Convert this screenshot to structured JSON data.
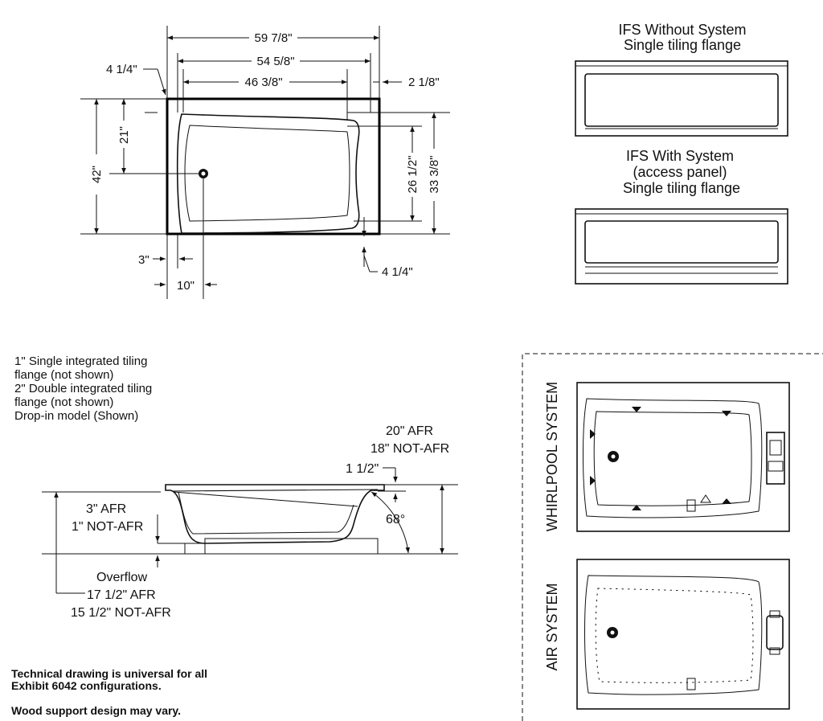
{
  "top_view": {
    "dim_overall_width": "59 7/8\"",
    "dim_width_2": "54 5/8\"",
    "dim_inner_width": "46 3/8\"",
    "dim_left_offset": "4 1/4\"",
    "dim_right_offset": "2 1/8\"",
    "dim_depth": "42\"",
    "dim_half_depth": "21\"",
    "dim_inner_depth_1": "26 1/2\"",
    "dim_inner_depth_2": "33 3/8\"",
    "dim_bottom_left": "3\"",
    "dim_drain": "10\"",
    "dim_bottom_right": "4 1/4\""
  },
  "ifs_without": {
    "line1": "IFS Without System",
    "line2": "Single tiling flange"
  },
  "ifs_with": {
    "line1": "IFS With System",
    "line2": "(access panel)",
    "line3": "Single tiling flange"
  },
  "notes": {
    "line1": "1\" Single integrated tiling",
    "line2": "flange (not shown)",
    "line3": "2\" Double integrated tiling",
    "line4": "flange (not shown)",
    "line5": "Drop-in model (Shown)"
  },
  "side_view": {
    "afr_height": "20\" AFR",
    "not_afr_height": "18\" NOT-AFR",
    "rim": "1 1/2\"",
    "angle": "68°",
    "floor_afr": "3\" AFR",
    "floor_not_afr": "1\" NOT-AFR",
    "overflow": "Overflow",
    "overflow_afr": "17 1/2\" AFR",
    "overflow_not_afr": "15 1/2\" NOT-AFR"
  },
  "systems": {
    "whirlpool": "WHIRLPOOL SYSTEM",
    "air": "AIR SYSTEM"
  },
  "footer": {
    "line1": "Technical drawing is universal for all",
    "line2": "Exhibit 6042 configurations.",
    "line3": "Wood support design may vary."
  }
}
